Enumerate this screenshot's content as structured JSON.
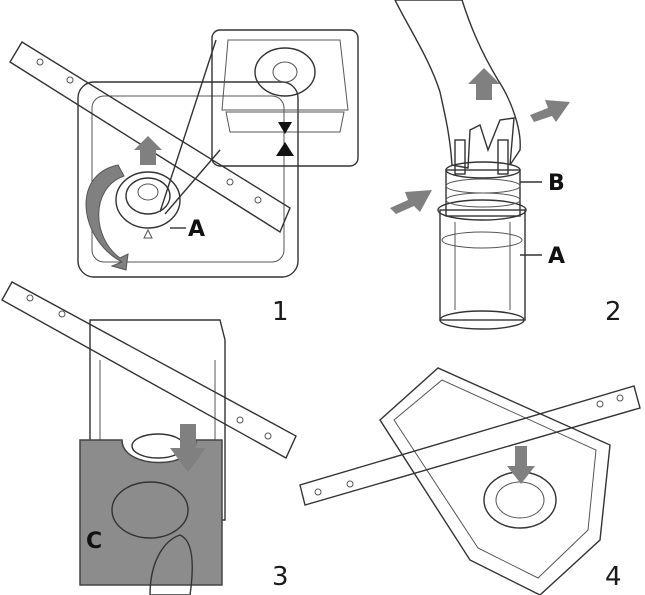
{
  "diagram": {
    "panels": [
      {
        "step": "1",
        "labels": [
          "A"
        ]
      },
      {
        "step": "2",
        "labels": [
          "B",
          "A"
        ]
      },
      {
        "step": "3",
        "labels": [
          "C"
        ]
      },
      {
        "step": "4",
        "labels": []
      }
    ]
  },
  "colors": {
    "arrow": "#808080",
    "plate": "#8c8c8c",
    "line": "#333333"
  }
}
